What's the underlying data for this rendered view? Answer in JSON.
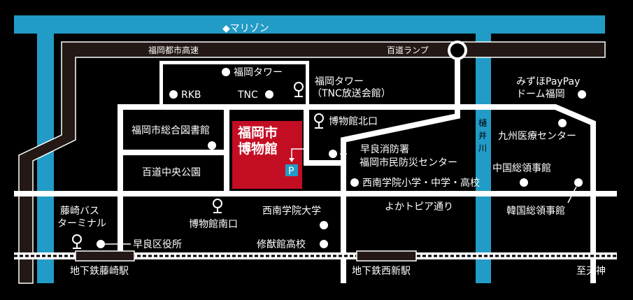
{
  "colors": {
    "background": "#000000",
    "water": "#229bc6",
    "museum": "#c30d23",
    "highway": "#231815",
    "road": "#ffffff"
  },
  "water": {
    "marizon": "◆マリゾン",
    "river": [
      "樋",
      "井",
      "川"
    ]
  },
  "highway": {
    "name": "福岡都市高速",
    "ramp": "百道ランプ"
  },
  "museum": {
    "line1": "福岡市",
    "line2": "博物館",
    "parking": "P"
  },
  "landmarks": {
    "fukuoka_tower": "福岡タワー",
    "rkb": "RKB",
    "tnc": "TNC",
    "tower_station_1": "福岡タワー",
    "tower_station_2": "（TNC放送会館）",
    "library": "福岡市総合図書館",
    "park": "百道中央公園",
    "museum_north": "博物館北口",
    "fire_1": "早良消防署",
    "fire_2": "福岡市民防災センター",
    "seinan_school": "西南学院小学・中学・高校",
    "dome_1": "みずほPayPay",
    "dome_2": "ドーム福岡",
    "kyushu_medical": "九州医療センター",
    "china_consulate": "中国総領事館",
    "korea_consulate": "韓国総領事館",
    "yokatopia": "よかトピア通り",
    "bus_1": "藤崎バス",
    "bus_2": "ターミナル",
    "museum_south": "博物館南口",
    "seinan_univ": "西南学院大学",
    "sawara_ward": "早良区役所",
    "shuyukan": "修猷館高校",
    "fujisaki_station": "地下鉄藤崎駅",
    "nishijin_station": "地下鉄西新駅",
    "to_tenjin": "至天神"
  }
}
